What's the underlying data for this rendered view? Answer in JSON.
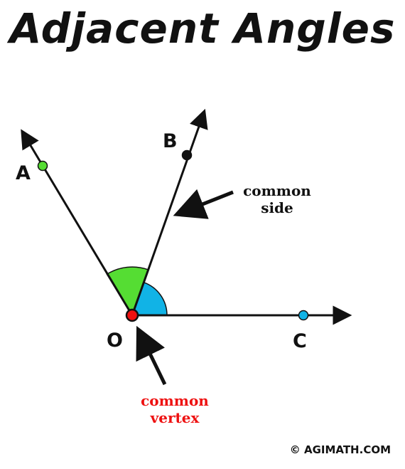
{
  "title": "Adjacent Angles",
  "points": {
    "A": "A",
    "B": "B",
    "C": "C",
    "O": "O"
  },
  "annotations": {
    "common_side_line1": "common",
    "common_side_line2": "side",
    "common_vertex_line1": "common",
    "common_vertex_line2": "vertex"
  },
  "credit": "© AGIMATH.COM",
  "colors": {
    "angle_AOB": "#55dd33",
    "angle_BOC": "#11b3e6",
    "vertex_point": "#ee1111",
    "point_A": "#55dd33",
    "point_B": "#111111",
    "point_C": "#11b3e6",
    "common_vertex_text": "#ee1111",
    "common_side_text": "#111111"
  }
}
